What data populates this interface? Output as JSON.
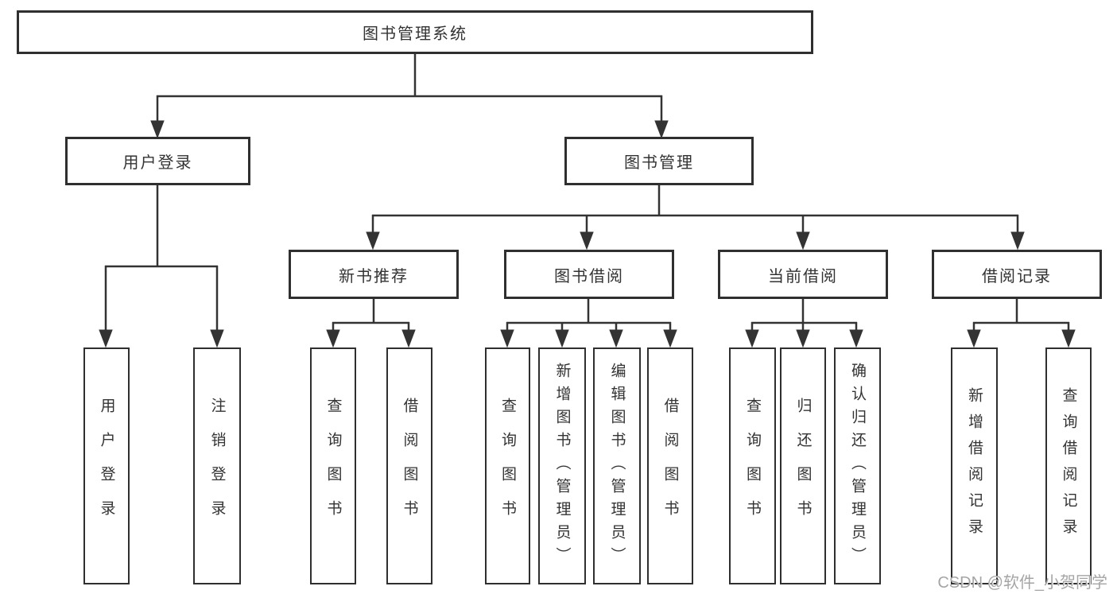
{
  "diagram": {
    "root": {
      "label": "图书管理系统"
    },
    "branches": {
      "user_login": {
        "label": "用户登录",
        "children": [
          "用户登录",
          "注销登录"
        ]
      },
      "book_management": {
        "label": "图书管理",
        "sections": {
          "new_books": {
            "label": "新书推荐",
            "children": [
              "查询图书",
              "借阅图书"
            ]
          },
          "book_borrowing": {
            "label": "图书借阅",
            "children": [
              "查询图书",
              "新增图书（管理员）",
              "编辑图书（管理员）",
              "借阅图书"
            ]
          },
          "current_borrowing": {
            "label": "当前借阅",
            "children": [
              "查询图书",
              "归还图书",
              "确认归还（管理员）"
            ]
          },
          "borrowing_records": {
            "label": "借阅记录",
            "children": [
              "新增借阅记录",
              "查询借阅记录"
            ]
          }
        }
      }
    }
  },
  "watermark": {
    "text": "CSDN @软件_小贺同学"
  },
  "colors": {
    "line": "#333333",
    "text": "#333333",
    "box_background": "#ffffff",
    "page_background": "#ffffff",
    "watermark": "#a5a5a5"
  }
}
